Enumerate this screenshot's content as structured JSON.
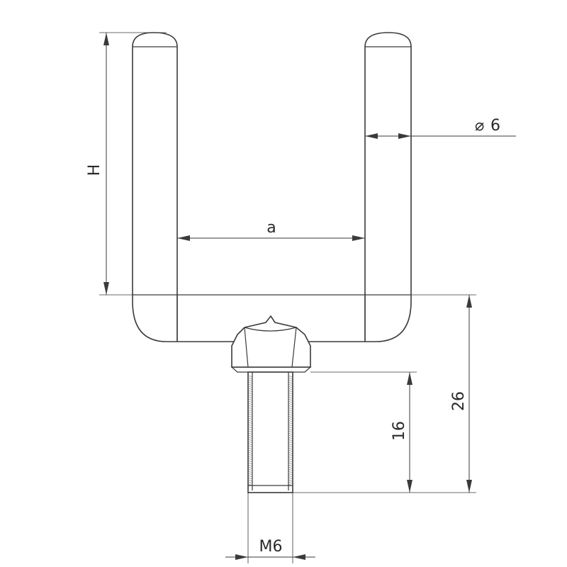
{
  "drawing": {
    "dimensions": {
      "height_label": "H",
      "width_label": "a",
      "diameter_symbol": "⌀",
      "diameter_value": "6",
      "overall_length": "26",
      "thread_length": "16",
      "thread_size": "M6"
    },
    "colors": {
      "line": "#3a3a3a",
      "text": "#2a2a2a",
      "background": "#ffffff"
    }
  }
}
